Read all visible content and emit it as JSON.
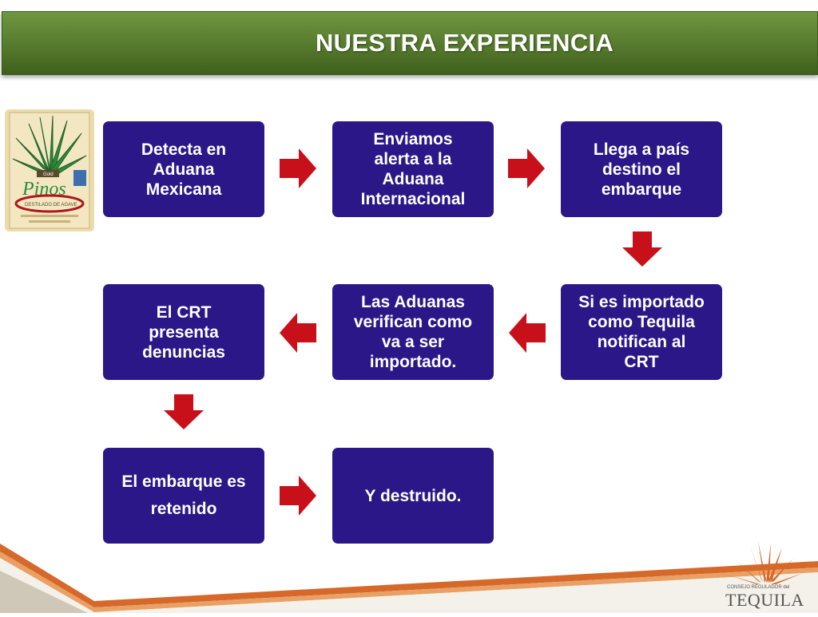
{
  "header": {
    "title": "NUESTRA EXPERIENCIA"
  },
  "bottle": {
    "label_brand": "Pinos",
    "label_tag": "Gold",
    "label_band": "DESTILADO DE AGAVE"
  },
  "flow": {
    "box1": "Detecta en\nAduana\nMexicana",
    "box2": "Enviamos\nalerta a la\nAduana\nInternacional",
    "box3": "Llega a país\ndestino el\nembarque",
    "box4": "Si es importado\ncomo Tequila\nnotifican al\nCRT",
    "box5": "Las Aduanas\nverifican como\nva a ser\nimportado.",
    "box6": "El CRT\npresenta\ndenuncias",
    "box7": "El embarque es\nretenido",
    "box8": "Y destruido."
  },
  "logo": {
    "small_text": "CONSEJO REGULADOR del",
    "word": "TEQUILA"
  },
  "colors": {
    "title_bar": "#567a2d",
    "box": "#2b1787",
    "arrow": "#c8101a",
    "footer_accent": "#d6682a"
  }
}
